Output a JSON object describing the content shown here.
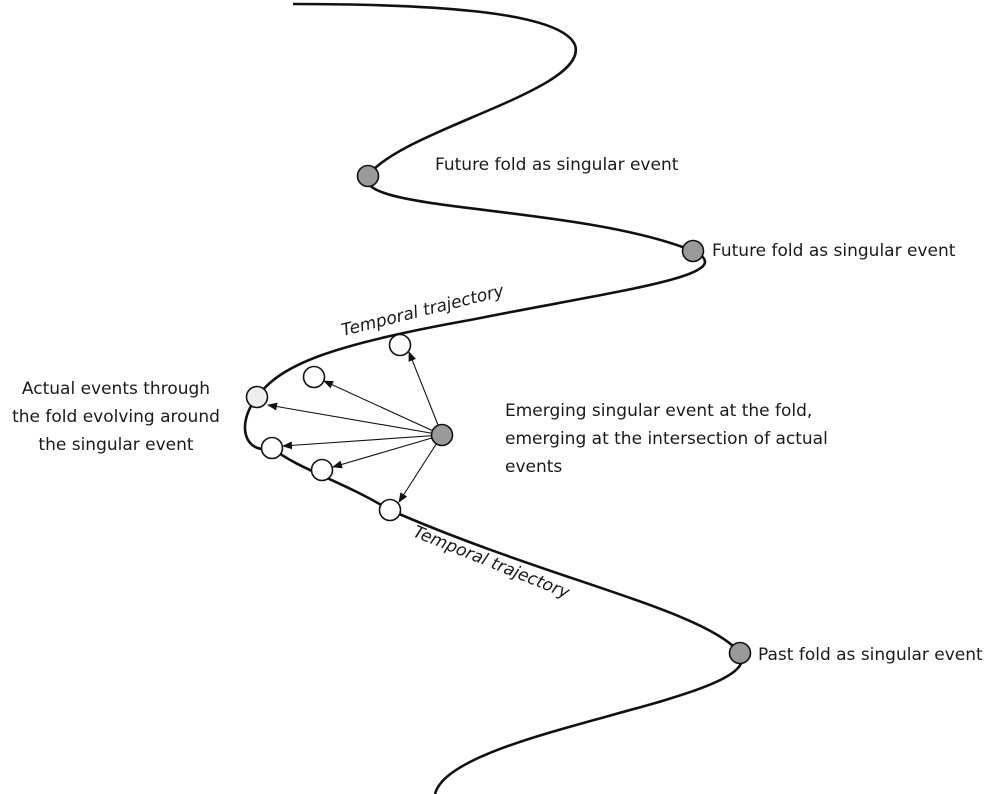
{
  "colors": {
    "singular_fill": "#9a9a9a",
    "actual_fill": "#ffffff",
    "actual_first_fill": "#eeeeee",
    "stroke": "#111111"
  },
  "labels": {
    "future_fold_upper": "Future fold as singular event",
    "future_fold_right": "Future fold as singular event",
    "temporal_trajectory_upper": "Temporal trajectory",
    "temporal_trajectory_lower": "Temporal trajectory",
    "past_fold": "Past fold as singular event",
    "actual_events": [
      "Actual events through",
      "the fold evolving around",
      "the singular event"
    ],
    "emerging_event": [
      "Emerging singular event at the fold,",
      "emerging at the intersection of actual",
      "events"
    ]
  }
}
